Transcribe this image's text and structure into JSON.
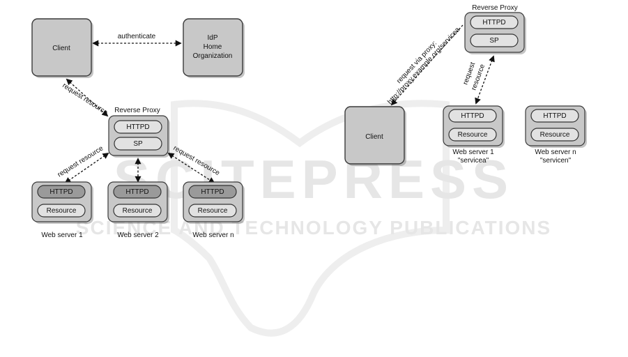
{
  "watermark": {
    "main": "SCITEPRESS",
    "sub": "SCIENCE AND TECHNOLOGY PUBLICATIONS"
  },
  "left": {
    "client": "Client",
    "idp": [
      "IdP",
      "Home",
      "Organization"
    ],
    "authenticate": "authenticate",
    "request_resource_top": "request resource",
    "proxy_title": "Reverse Proxy",
    "proxy_httpd": "HTTPD",
    "proxy_sp": "SP",
    "request_resource_left": "request resource",
    "request_resource_right": "request resource",
    "servers": [
      {
        "httpd": "HTTPD",
        "resource": "Resource",
        "caption": "Web server 1"
      },
      {
        "httpd": "HTTPD",
        "resource": "Resource",
        "caption": "Web server 2"
      },
      {
        "httpd": "HTTPD",
        "resource": "Resource",
        "caption": "Web server n"
      }
    ]
  },
  "right": {
    "proxy_title": "Reverse Proxy",
    "proxy_httpd": "HTTPD",
    "proxy_sp": "SP",
    "client": "Client",
    "via_proxy_line1": "request via proxy:",
    "via_proxy_line2": "http://proxy.example.org/servicea",
    "request_resource_line1": "request",
    "request_resource_line2": "resource",
    "servers": [
      {
        "httpd": "HTTPD",
        "resource": "Resource",
        "caption": "Web server 1",
        "service": "\"servicea\""
      },
      {
        "httpd": "HTTPD",
        "resource": "Resource",
        "caption": "Web server n",
        "service": "\"servicen\""
      }
    ]
  }
}
